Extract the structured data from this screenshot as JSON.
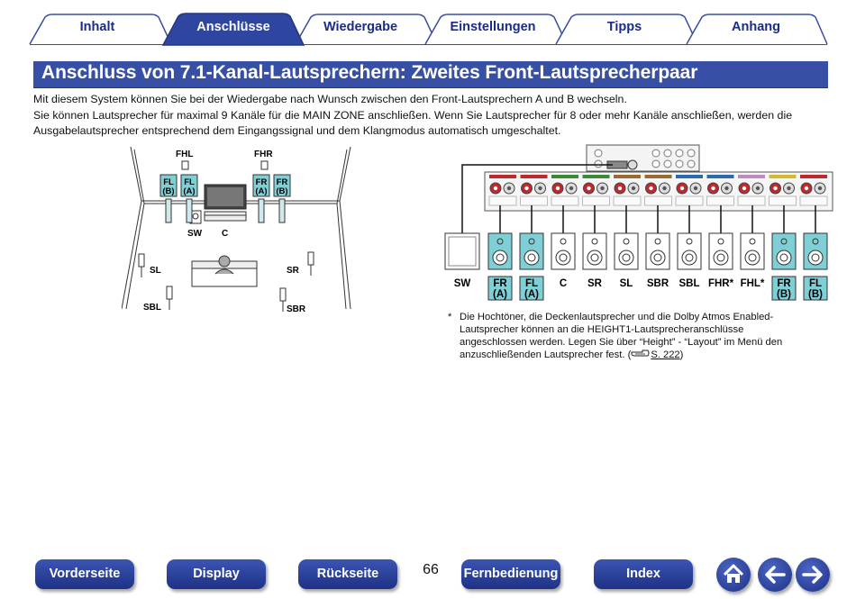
{
  "tabs": [
    {
      "label": "Inhalt",
      "active": false
    },
    {
      "label": "Anschlüsse",
      "active": true
    },
    {
      "label": "Wiedergabe",
      "active": false
    },
    {
      "label": "Einstellungen",
      "active": false
    },
    {
      "label": "Tipps",
      "active": false
    },
    {
      "label": "Anhang",
      "active": false
    }
  ],
  "page": {
    "title": "Anschluss von 7.1-Kanal-Lautsprechern: Zweites Front-Lautsprecherpaar",
    "para1": "Mit diesem System können Sie bei der Wiedergabe nach Wunsch zwischen den Front-Lautsprechern A und B wechseln.",
    "para2": "Sie können Lautsprecher für maximal 9 Kanäle für die MAIN ZONE anschließen. Wenn Sie Lautsprecher für 8 oder mehr Kanäle anschließen, werden die Ausgabelautsprecher entsprechend dem Eingangssignal und dem Klangmodus automatisch umgeschaltet."
  },
  "room": {
    "fhl": "FHL",
    "fhr": "FHR",
    "fl_b": [
      "FL",
      "(B)"
    ],
    "fl_a": [
      "FL",
      "(A)"
    ],
    "fr_a": [
      "FR",
      "(A)"
    ],
    "fr_b": [
      "FR",
      "(B)"
    ],
    "sw": "SW",
    "c": "C",
    "sl": "SL",
    "sr": "SR",
    "sbl": "SBL",
    "sbr": "SBR"
  },
  "wiring": {
    "speakers": [
      {
        "label": "SW",
        "highlight": false
      },
      {
        "label": "FR",
        "sub": "(A)",
        "highlight": true
      },
      {
        "label": "FL",
        "sub": "(A)",
        "highlight": true
      },
      {
        "label": "C",
        "highlight": false
      },
      {
        "label": "SR",
        "highlight": false
      },
      {
        "label": "SL",
        "highlight": false
      },
      {
        "label": "SBR",
        "highlight": false
      },
      {
        "label": "SBL",
        "highlight": false
      },
      {
        "label": "FHR*",
        "highlight": false
      },
      {
        "label": "FHL*",
        "highlight": false
      },
      {
        "label": "FR",
        "sub": "(B)",
        "highlight": true
      },
      {
        "label": "FL",
        "sub": "(B)",
        "highlight": true
      }
    ]
  },
  "footnote": {
    "mark": "*",
    "text": "Die Hochtöner, die Deckenlautsprecher und die Dolby Atmos Enabled-Lautsprecher können an die HEIGHT1-Lautsprecheranschlüsse angeschlossen werden. Legen Sie über “Height” - “Layout” im Menü den anzuschließenden Lautsprecher fest.",
    "ref_icon": "pointing-hand-icon",
    "ref_open": "(",
    "ref": "S. 222",
    "ref_close": ")"
  },
  "nav": {
    "buttons": [
      "Vorderseite",
      "Display",
      "Rückseite",
      "Fernbedienung",
      "Index"
    ],
    "page_number": "66",
    "home_icon": "home-icon",
    "back_icon": "arrow-left-icon",
    "forward_icon": "arrow-right-icon"
  },
  "colors": {
    "accent": "#3750a6",
    "tab_text": "#1b2b88",
    "speaker_highlight": "#7fcfd6",
    "terminal_red": "#c0282e"
  }
}
